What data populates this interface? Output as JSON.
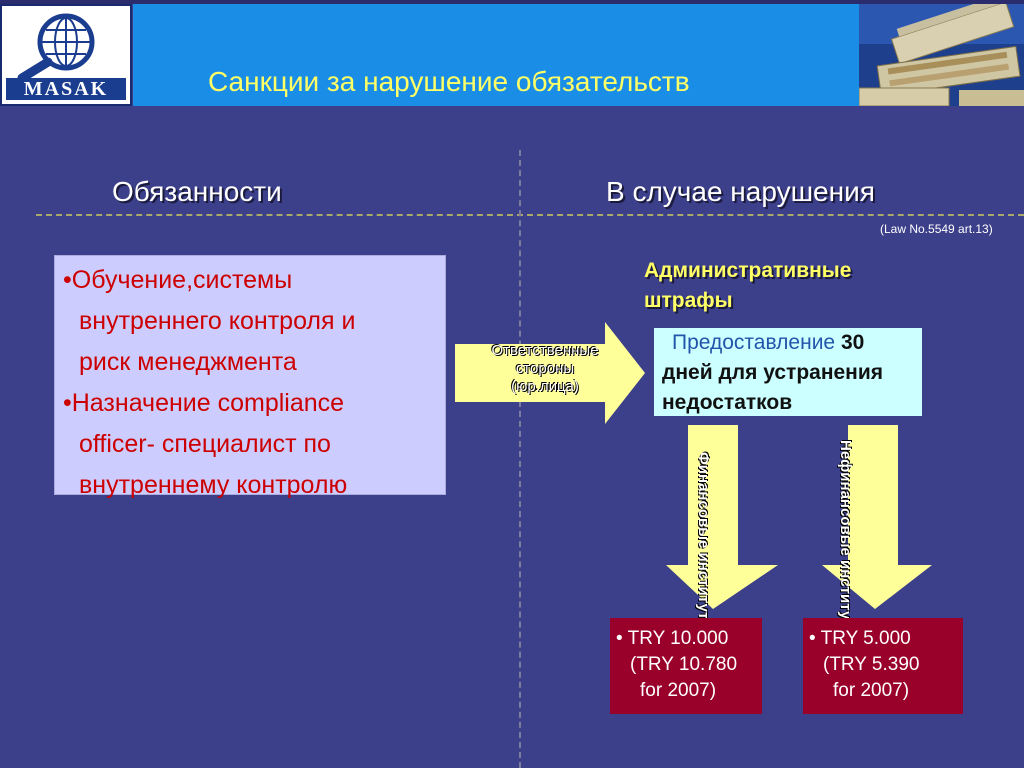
{
  "header": {
    "logo_text": "MASAK",
    "title": "Санкции за нарушение обязательств"
  },
  "columns": {
    "left_heading": "Обязанности",
    "right_heading": "В случае нарушения",
    "law_ref": "(Law No.5549 art.13)"
  },
  "duties": {
    "items": [
      {
        "lines": [
          "•Обучение,системы",
          "внутреннего контроля и",
          "риск менеджмента"
        ]
      },
      {
        "lines": [
          "•Назначение  compliance",
          "officer- специалист по",
          "внутреннему контролю"
        ]
      }
    ]
  },
  "admin_fines": {
    "heading_line1": "Административные",
    "heading_line2": "штрафы"
  },
  "responsible": {
    "line1": "Ответственные",
    "line2": "стороны",
    "line3": "(юр.лица)"
  },
  "provision": {
    "word": "Предоставление",
    "days_num": "30",
    "line2": "дней для устранения",
    "line3": "недостатков"
  },
  "branches": {
    "financial": "Финансовые институты",
    "non_financial": "Нефинансовые институты"
  },
  "fines": {
    "financial": [
      "•  TRY 10.000",
      "(TRY 10.780",
      "for 2007)"
    ],
    "non_financial": [
      "•  TRY 5.000",
      "(TRY 5.390",
      "for 2007)"
    ]
  },
  "colors": {
    "background": "#3c3f8a",
    "header_blue": "#1a8ee6",
    "title_yellow": "#ffff66",
    "duties_box": "#ccccff",
    "duties_text": "#cc0000",
    "provision_box": "#ccffff",
    "fine_box": "#99002a",
    "arrow_yellow": "#ffff99"
  }
}
